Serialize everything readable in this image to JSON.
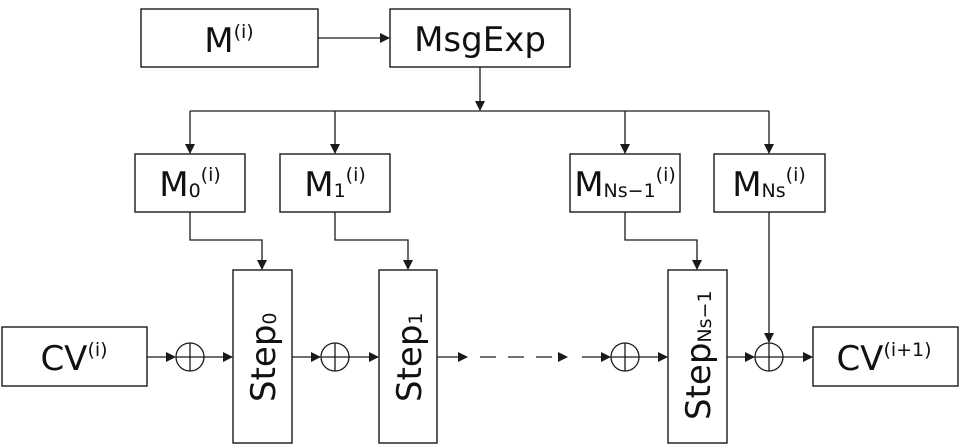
{
  "diagram": {
    "title": "Compression function structure",
    "nodes": {
      "message": {
        "main": "M",
        "sub": "",
        "sup": "(i)"
      },
      "msg_exp": {
        "main": "MsgExp",
        "sub": "",
        "sup": ""
      },
      "m0": {
        "main": "M",
        "sub": "0",
        "sup": "(i)"
      },
      "m1": {
        "main": "M",
        "sub": "1",
        "sup": "(i)"
      },
      "m_ns_minus_1": {
        "main": "M",
        "sub": "Ns−1",
        "sup": "(i)"
      },
      "m_ns": {
        "main": "M",
        "sub": "Ns",
        "sup": "(i)"
      },
      "cv_in": {
        "main": "CV",
        "sub": "",
        "sup": "(i)"
      },
      "cv_out": {
        "main": "CV",
        "sub": "",
        "sup": "(i+1)"
      },
      "step0": {
        "main": "Step",
        "sub": "0"
      },
      "step1": {
        "main": "Step",
        "sub": "1"
      },
      "step_ns_minus_1": {
        "main": "Step",
        "sub": "Ns−1"
      }
    },
    "operators": {
      "xor_symbol": "⊕"
    }
  }
}
